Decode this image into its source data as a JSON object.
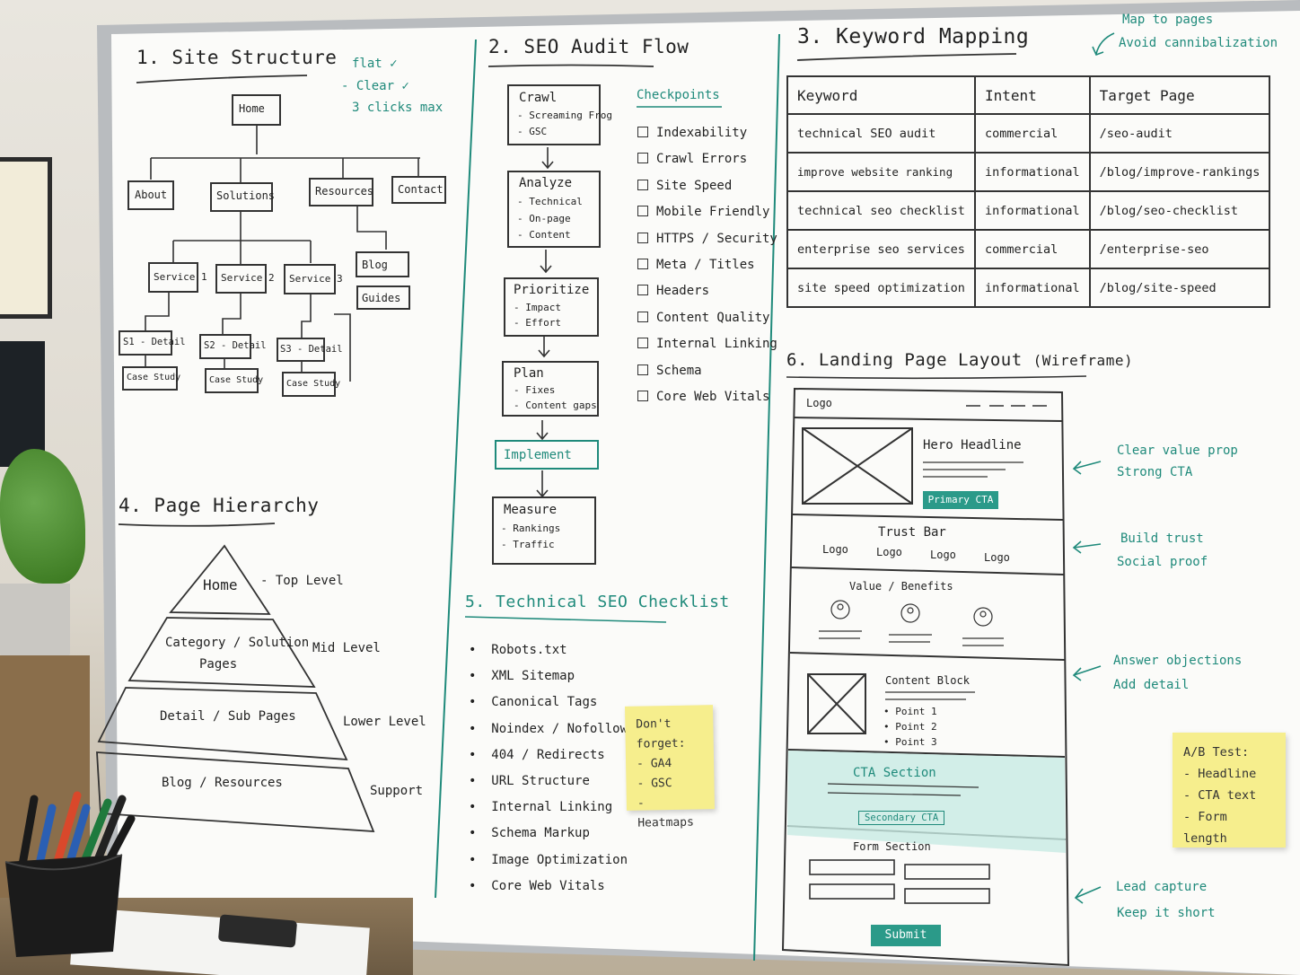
{
  "site_structure": {
    "title": "1. Site Structure",
    "notes": [
      "flat ✓",
      "- Clear ✓",
      "3 clicks max"
    ],
    "home": "Home",
    "level1": [
      "About",
      "Solutions",
      "Resources",
      "Contact"
    ],
    "services": [
      "Service 1",
      "Service 2",
      "Service 3"
    ],
    "resources_children": [
      "Blog",
      "Guides"
    ],
    "details": [
      "S1 - Detail",
      "S2 - Detail",
      "S3 - Detail"
    ],
    "case_studies": [
      "Case Study",
      "Case Study",
      "Case Study"
    ]
  },
  "seo_audit": {
    "title": "2. SEO Audit Flow",
    "steps": [
      {
        "name": "Crawl",
        "items": [
          "- Screaming Frog",
          "- GSC"
        ]
      },
      {
        "name": "Analyze",
        "items": [
          "- Technical",
          "- On-page",
          "- Content"
        ]
      },
      {
        "name": "Prioritize",
        "items": [
          "- Impact",
          "- Effort"
        ]
      },
      {
        "name": "Plan",
        "items": [
          "- Fixes",
          "- Content gaps"
        ]
      },
      {
        "name": "Implement",
        "items": []
      },
      {
        "name": "Measure",
        "items": [
          "- Rankings",
          "- Traffic"
        ]
      }
    ],
    "checkpoints_title": "Checkpoints",
    "checkpoints": [
      "Indexability",
      "Crawl Errors",
      "Site Speed",
      "Mobile Friendly",
      "HTTPS / Security",
      "Meta / Titles",
      "Headers",
      "Content Quality",
      "Internal Linking",
      "Schema",
      "Core Web Vitals"
    ]
  },
  "keyword_mapping": {
    "title": "3. Keyword Mapping",
    "notes": [
      "Map to pages",
      "Avoid cannibalization"
    ],
    "headers": [
      "Keyword",
      "Intent",
      "Target Page"
    ],
    "rows": [
      [
        "technical SEO audit",
        "commercial",
        "/seo-audit"
      ],
      [
        "improve website ranking",
        "informational",
        "/blog/improve-rankings"
      ],
      [
        "technical seo checklist",
        "informational",
        "/blog/seo-checklist"
      ],
      [
        "enterprise seo services",
        "commercial",
        "/enterprise-seo"
      ],
      [
        "site speed optimization",
        "informational",
        "/blog/site-speed"
      ]
    ]
  },
  "page_hierarchy": {
    "title": "4. Page Hierarchy",
    "levels": [
      {
        "name": "Home",
        "label": "- Top Level"
      },
      {
        "name": "Category / Solution",
        "name2": "Pages",
        "label": "Mid Level"
      },
      {
        "name": "Detail / Sub Pages",
        "label": "Lower Level"
      },
      {
        "name": "Blog / Resources",
        "label": "Support"
      }
    ]
  },
  "tech_checklist": {
    "title": "5. Technical SEO Checklist",
    "items": [
      "Robots.txt",
      "XML Sitemap",
      "Canonical Tags",
      "Noindex / Nofollow",
      "404 / Redirects",
      "URL Structure",
      "Internal Linking",
      "Schema Markup",
      "Image Optimization",
      "Core Web Vitals"
    ],
    "sticky": [
      "Don't forget:",
      "- GA4",
      "- GSC",
      "- Heatmaps"
    ]
  },
  "landing_page": {
    "title": "6. Landing Page Layout",
    "title_suffix": "(Wireframe)",
    "logo": "Logo",
    "hero_headline": "Hero Headline",
    "primary_cta": "Primary CTA",
    "trust_bar": "Trust Bar",
    "trust_logos": [
      "Logo",
      "Logo",
      "Logo",
      "Logo"
    ],
    "value_benefits": "Value / Benefits",
    "content_block": "Content Block",
    "points": [
      "• Point 1",
      "• Point 2",
      "• Point 3"
    ],
    "cta_section": "CTA Section",
    "secondary_cta": "Secondary CTA",
    "form_section": "Form Section",
    "submit": "Submit",
    "annotations": [
      [
        "Clear value prop",
        "Strong CTA"
      ],
      [
        "Build trust",
        "Social proof"
      ],
      [
        "Answer objections",
        "Add detail"
      ],
      [
        "Lead capture",
        "Keep it short"
      ]
    ],
    "ab_test": [
      "A/B Test:",
      "- Headline",
      "- CTA text",
      "- Form length"
    ]
  },
  "colors": {
    "teal": "#1f8a7b",
    "sticky": "#f6ee8d",
    "board": "#fbfbf9"
  }
}
